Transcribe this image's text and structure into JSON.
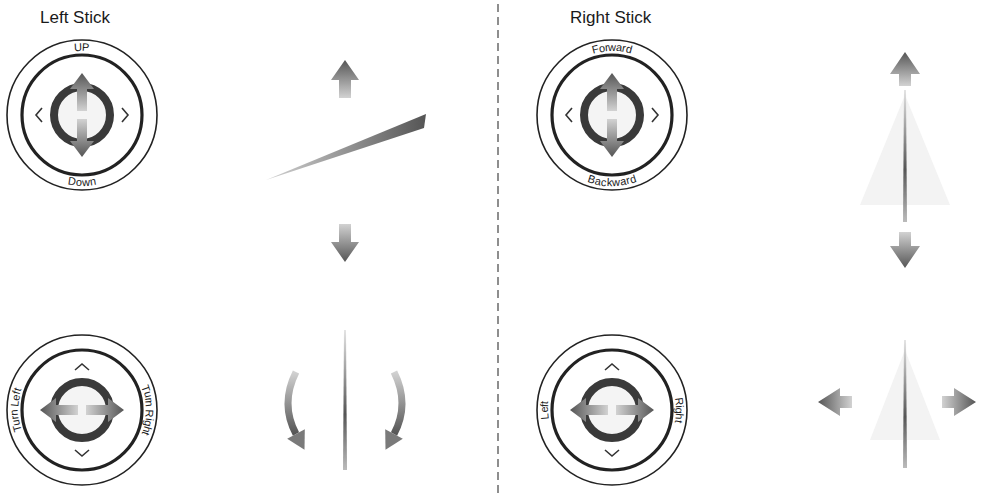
{
  "diagram": {
    "nodes": [
      {
        "text": [
          "UP",
          "Down"
        ]
      },
      {
        "text": [
          "Forward",
          "Backward"
        ]
      },
      {
        "text": [
          "Turn Left",
          "Turn Right"
        ]
      },
      {
        "text": [
          "Left",
          "Right"
        ]
      }
    ],
    "labels": [
      "Left Stick",
      "Right Stick"
    ]
  }
}
